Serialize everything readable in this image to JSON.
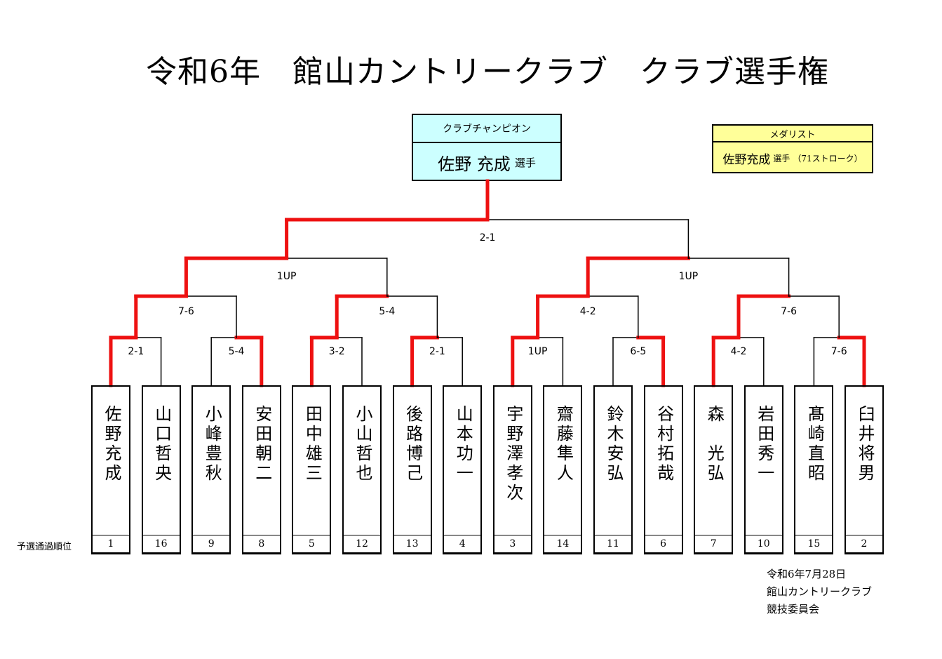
{
  "title": "令和6年　館山カントリークラブ　クラブ選手権",
  "champion": {
    "header": "クラブチャンピオン",
    "name": "佐野 充成",
    "honorific": "選手"
  },
  "medalist": {
    "header": "メダリスト",
    "name": "佐野充成",
    "honorific": "選手",
    "strokes": "（71ストローク）"
  },
  "seed_label": "予選通過順位",
  "players": [
    {
      "name": "佐野充成",
      "seed": "1"
    },
    {
      "name": "山口哲央",
      "seed": "16"
    },
    {
      "name": "小峰豊秋",
      "seed": "9"
    },
    {
      "name": "安田朝二",
      "seed": "8"
    },
    {
      "name": "田中雄三",
      "seed": "5"
    },
    {
      "name": "小山哲也",
      "seed": "12"
    },
    {
      "name": "後路博己",
      "seed": "13"
    },
    {
      "name": "山本功一",
      "seed": "4"
    },
    {
      "name": "宇野澤孝次",
      "seed": "3"
    },
    {
      "name": "齋藤隼人",
      "seed": "14"
    },
    {
      "name": "鈴木安弘",
      "seed": "11"
    },
    {
      "name": "谷村拓哉",
      "seed": "6"
    },
    {
      "name": "森　光弘",
      "seed": "7"
    },
    {
      "name": "岩田秀一",
      "seed": "10"
    },
    {
      "name": "髙崎直昭",
      "seed": "15"
    },
    {
      "name": "臼井将男",
      "seed": "2"
    }
  ],
  "round1_scores": [
    "2-1",
    "5-4",
    "3-2",
    "2-1",
    "1UP",
    "6-5",
    "4-2",
    "7-6"
  ],
  "round1_winners": [
    "top",
    "bottom",
    "top",
    "top",
    "top",
    "bottom",
    "top",
    "bottom"
  ],
  "quarterfinal_scores": [
    "7-6",
    "5-4",
    "4-2",
    "7-6"
  ],
  "quarterfinal_winners": [
    "top",
    "top",
    "top",
    "top"
  ],
  "semifinal_scores": [
    "1UP",
    "1UP"
  ],
  "semifinal_winners": [
    "top",
    "top"
  ],
  "final_score": "2-1",
  "final_winner": "top",
  "footer": {
    "date": "令和6年7月28日",
    "club": "館山カントリークラブ",
    "committee": "競技委員会"
  },
  "colors": {
    "winner_line": "#ee1111",
    "loser_line": "#000000",
    "champion_bg": "#ccffff",
    "medalist_bg": "#ffff99"
  }
}
